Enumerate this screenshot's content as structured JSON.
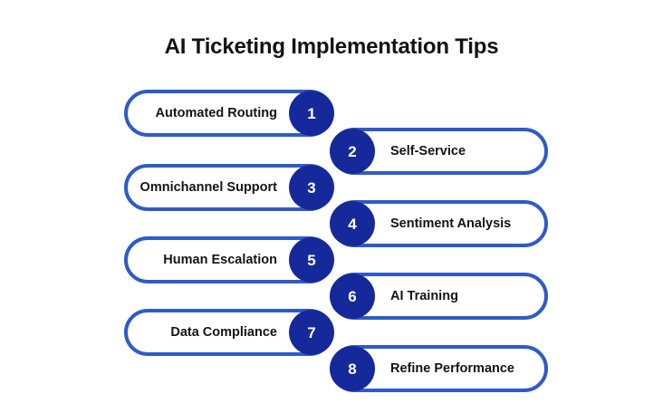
{
  "page": {
    "title": "AI Ticketing Implementation Tips",
    "background_color": "#ffffff",
    "accent_border_color": "#2E5BC8",
    "badge_color": "#16299B",
    "text_color": "#141414"
  },
  "items": [
    {
      "number": "1",
      "label": "Automated Routing",
      "side": "left"
    },
    {
      "number": "2",
      "label": "Self-Service",
      "side": "right"
    },
    {
      "number": "3",
      "label": "Omnichannel Support",
      "side": "left"
    },
    {
      "number": "4",
      "label": "Sentiment Analysis",
      "side": "right"
    },
    {
      "number": "5",
      "label": "Human Escalation",
      "side": "left"
    },
    {
      "number": "6",
      "label": "AI Training",
      "side": "right"
    },
    {
      "number": "7",
      "label": "Data Compliance",
      "side": "left"
    },
    {
      "number": "8",
      "label": "Refine Performance",
      "side": "right"
    }
  ]
}
